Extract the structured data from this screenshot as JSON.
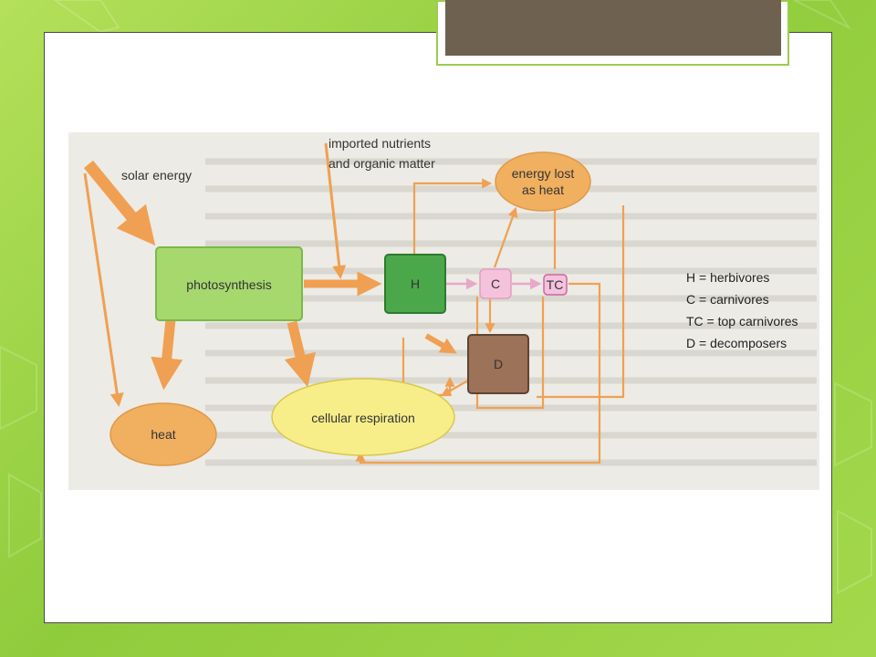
{
  "diagram": {
    "annotations": {
      "solar_energy": "solar energy",
      "imported_line1": "imported nutrients",
      "imported_line2": "and organic matter"
    },
    "nodes": {
      "photosynthesis": "photosynthesis",
      "heat": "heat",
      "cellular_respiration": "cellular respiration",
      "energy_lost_line1": "energy lost",
      "energy_lost_line2": "as heat",
      "herbivores": "H",
      "carnivores": "C",
      "top_carnivores": "TC",
      "decomposers": "D"
    },
    "legend": [
      "H = herbivores",
      "C = carnivores",
      "TC = top carnivores",
      "D = decomposers"
    ],
    "colors": {
      "arrow": "#f0a052",
      "photosynthesis": "#a6d86e",
      "herbivores": "#4aa84a",
      "carnivores": "#f4c2dc",
      "decomposers": "#9c7258",
      "heat": "#f0b060",
      "respiration": "#f7ee8a"
    }
  }
}
